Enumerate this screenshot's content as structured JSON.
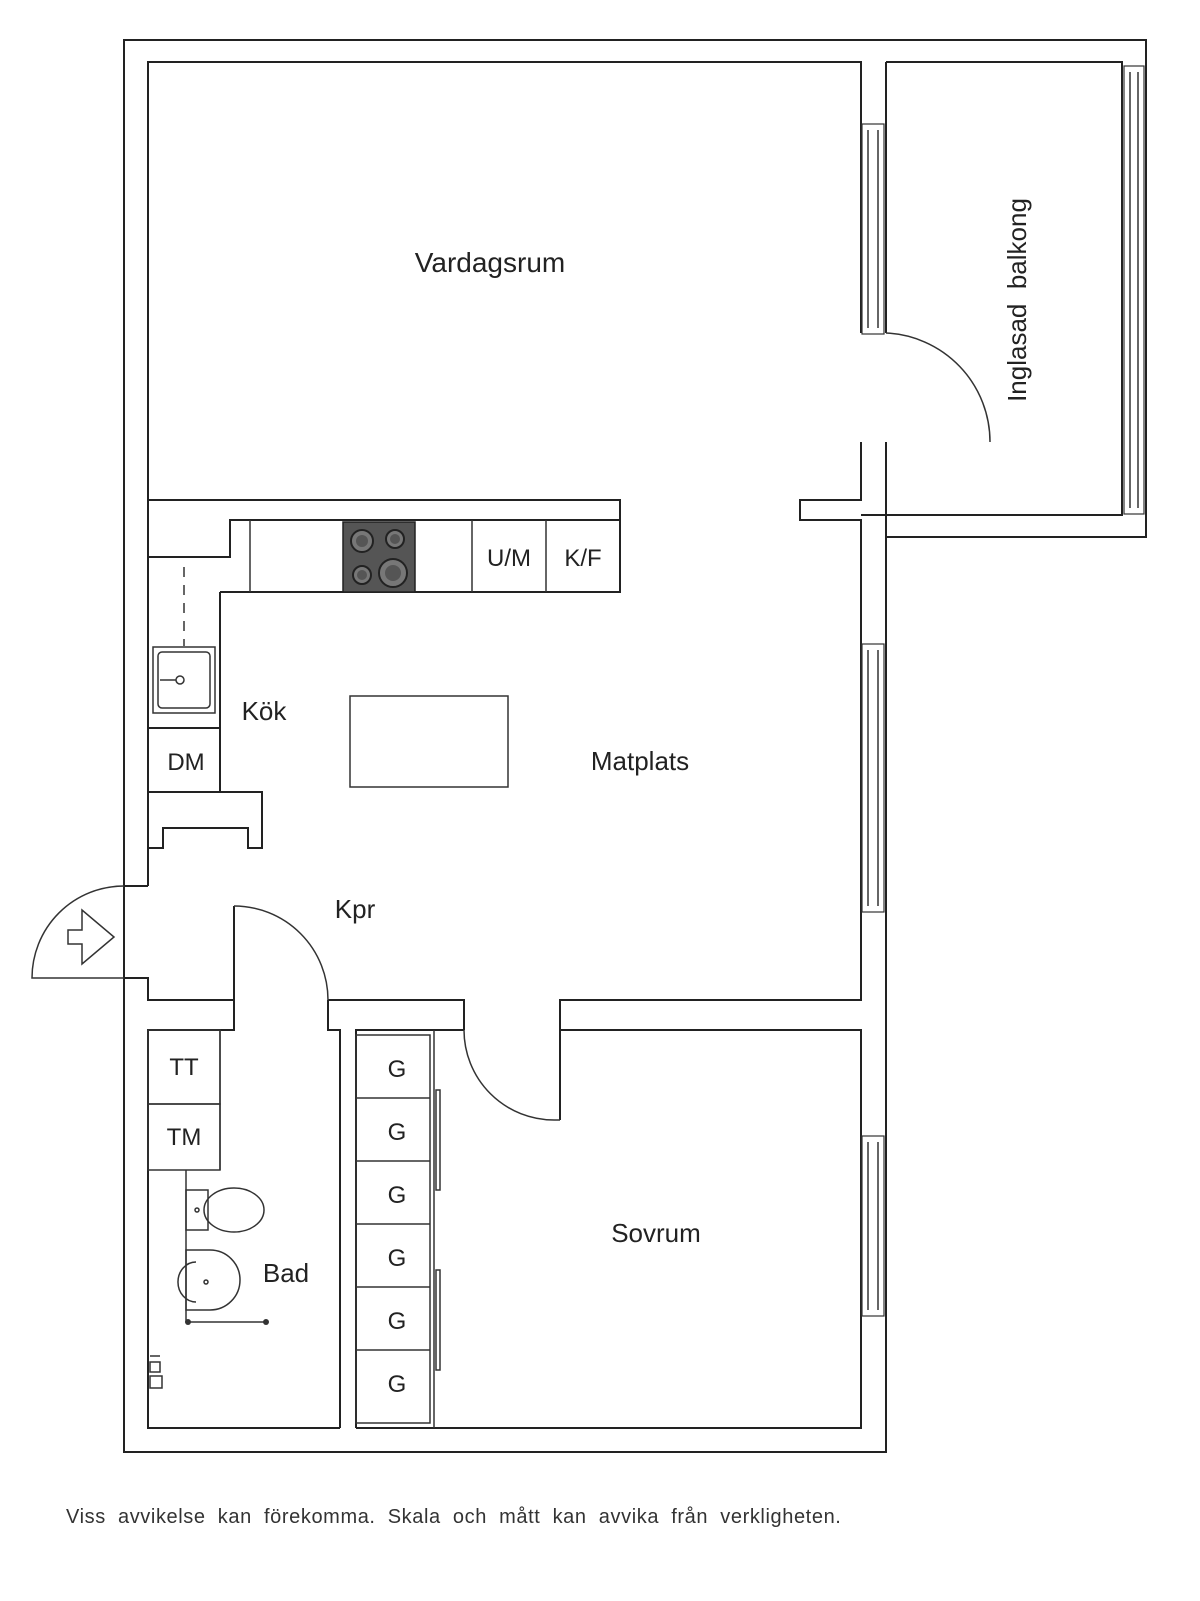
{
  "rooms": {
    "vardagsrum": "Vardagsrum",
    "balcony": "Inglasad  balkong",
    "kitchen": "Kök",
    "dining": "Matplats",
    "hall": "Kpr",
    "bath": "Bad",
    "bedroom": "Sovrum"
  },
  "appliances": {
    "oven_microwave": "U/M",
    "fridge_freezer": "K/F",
    "dishwasher": "DM",
    "dryer": "TT",
    "washer": "TM"
  },
  "wardrobes": [
    "G",
    "G",
    "G",
    "G",
    "G",
    "G"
  ],
  "disclaimer": "Viss avvikelse kan förekomma. Skala och mått kan avvika från verkligheten.",
  "colors": {
    "line": "#222222",
    "stove": "#555555",
    "background": "#ffffff"
  }
}
